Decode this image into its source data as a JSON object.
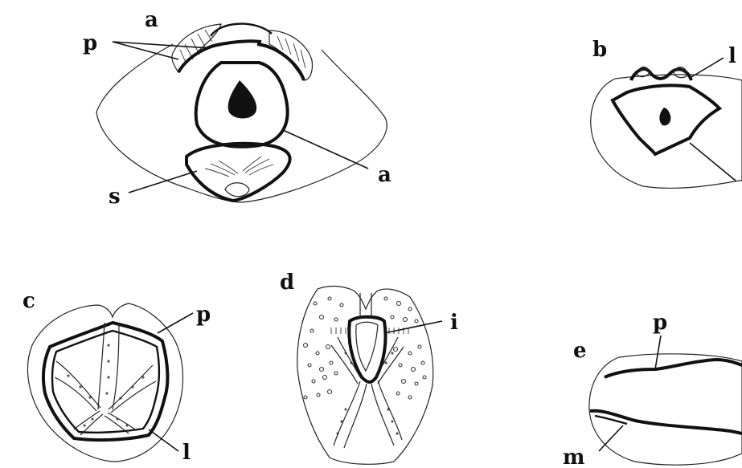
{
  "figure": {
    "a": {
      "panel_label": "a",
      "labels": {
        "p": "p",
        "a": "a",
        "s": "s"
      }
    },
    "b": {
      "panel_label": "b",
      "labels": {
        "l": "l"
      }
    },
    "c": {
      "panel_label": "c",
      "labels": {
        "p": "p",
        "l": "l"
      }
    },
    "d": {
      "panel_label": "d",
      "labels": {
        "i": "i"
      }
    },
    "e": {
      "panel_label": "e",
      "labels": {
        "p": "p",
        "m": "m"
      }
    }
  }
}
